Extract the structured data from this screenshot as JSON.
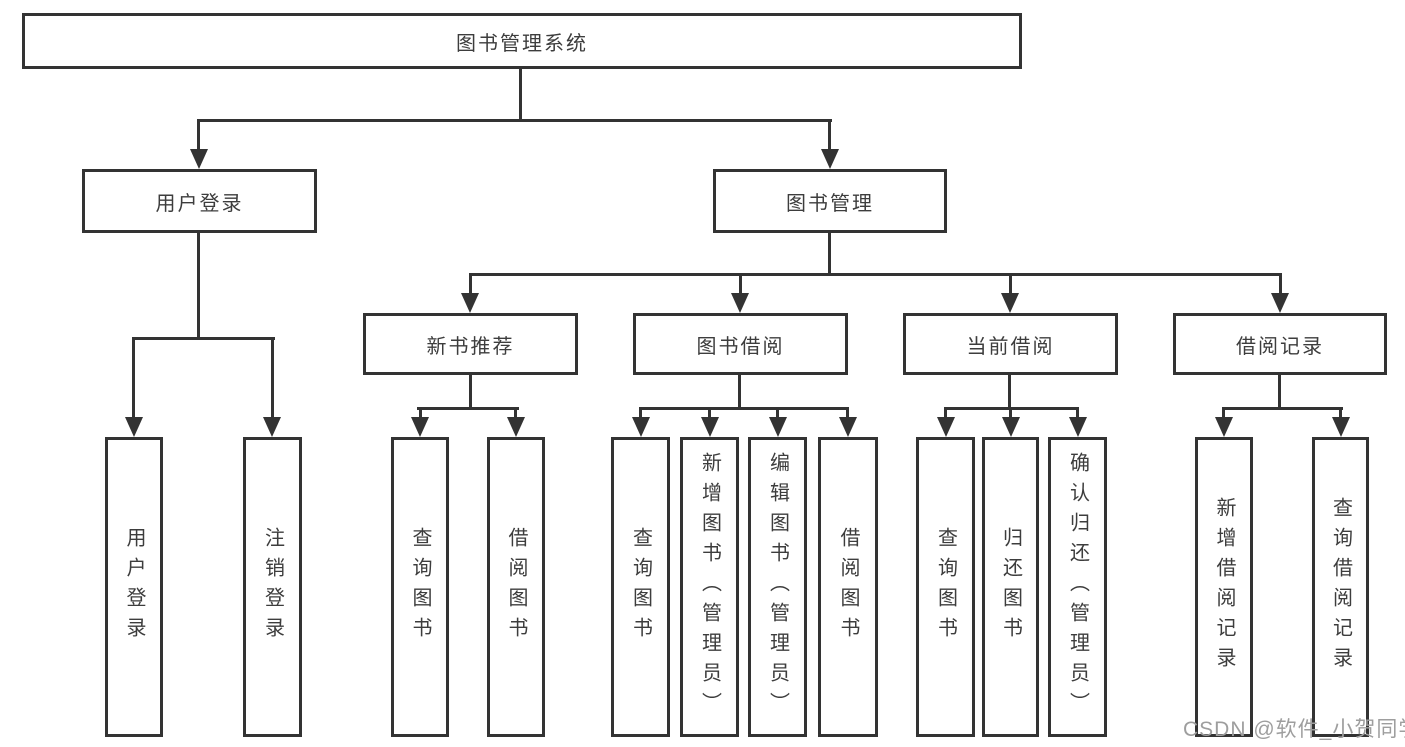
{
  "diagram": {
    "type": "tree-structure-chart",
    "root": {
      "label": "图书管理系统"
    },
    "level2": {
      "user_login": {
        "label": "用户登录"
      },
      "book_management": {
        "label": "图书管理"
      }
    },
    "user_login_children": [
      {
        "label": "用户登录"
      },
      {
        "label": "注销登录"
      }
    ],
    "sections": [
      {
        "label": "新书推荐"
      },
      {
        "label": "图书借阅"
      },
      {
        "label": "当前借阅"
      },
      {
        "label": "借阅记录"
      }
    ],
    "new_book_children": [
      {
        "label": "查询图书"
      },
      {
        "label": "借阅图书"
      }
    ],
    "borrow_children": [
      {
        "label": "查询图书"
      },
      {
        "label": "新增图书（管理员）"
      },
      {
        "label": "编辑图书（管理员）"
      },
      {
        "label": "借阅图书"
      }
    ],
    "current_children": [
      {
        "label": "查询图书"
      },
      {
        "label": "归还图书"
      },
      {
        "label": "确认归还（管理员）"
      }
    ],
    "record_children": [
      {
        "label": "新增借阅记录"
      },
      {
        "label": "查询借阅记录"
      }
    ]
  },
  "watermark": "CSDN @软件_小贺同学",
  "colors": {
    "line": "#333333",
    "text": "#3d3d3d",
    "watermark": "#9e9e9e",
    "background": "#ffffff"
  }
}
